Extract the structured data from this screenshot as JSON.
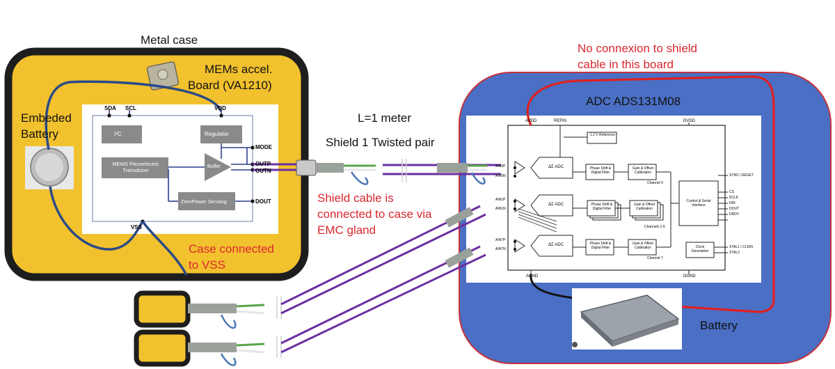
{
  "labels": {
    "metal_case": "Metal case",
    "mems_board": "MEMs accel.",
    "mems_board_2": "Board (VA1210)",
    "embedded_battery": "Embeded",
    "embedded_battery_2": "Battery",
    "cable_length": "L=1 meter",
    "cable_type": "Shield 1 Twisted pair",
    "shield_note_1": "Shield cable is",
    "shield_note_2": "connected to case via",
    "shield_note_3": "EMC gland",
    "case_vss_1": "Case connected",
    "case_vss_2": "to VSS",
    "no_connexion_1": "No connexion to shield",
    "no_connexion_2": "cable in this board",
    "adc_title": "ADC ADS131M08",
    "battery": "Battery"
  },
  "mems_chip": {
    "pins_top": [
      "SDA",
      "SCL",
      "VDD"
    ],
    "pins_right": [
      "MODE",
      "OUTP",
      "OUTN",
      "DOUT"
    ],
    "pin_bottom": "VSS",
    "blocks": [
      "I²C",
      "Regulator",
      "MEMS Piezoelectric Transducer",
      "Buffer",
      "ZeroPower Sensing"
    ]
  },
  "adc_chip": {
    "top_pins": [
      "AVDD",
      "REFIN",
      "DVDD"
    ],
    "bottom_pins": [
      "AGND",
      "DGND"
    ],
    "reference": "1.2 V Reference",
    "inputs": [
      "AIN0P",
      "AIN0N",
      "AIN1P",
      "AIN1N",
      "AIN7P",
      "AIN7N"
    ],
    "channels": [
      "Channel 0",
      "Channels 1-6",
      "Channel 7"
    ],
    "adc_label": "ΔΣ ADC",
    "filter": "Phase Shift & Digital Filter",
    "gain": "Gain & Offset Calibration",
    "control": "Control & Serial Interface",
    "clock": "Clock Generation",
    "right_pins": [
      "SYNC / RESET",
      "CS",
      "SCLK",
      "DIN",
      "DOUT",
      "DRDY",
      "XTAL1 / CLKIN",
      "XTAL2"
    ]
  },
  "colors": {
    "case_fill": "#f2c12e",
    "case_border": "#1e1e1e",
    "adc_board": "#4a6fc4",
    "adc_border": "#c8323a",
    "cable_purple": "#6a2fa0",
    "wire_red": "#e02020",
    "wire_blue": "#2b4a86",
    "label_red": "#d9282f"
  }
}
